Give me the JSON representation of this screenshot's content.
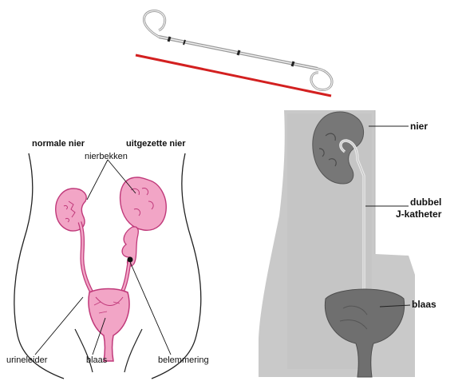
{
  "left_figure": {
    "heading_normal": "normale nier",
    "heading_dilated": "uitgezette nier",
    "label_pelvis": "nierbekken",
    "label_ureter": "urineleider",
    "label_bladder": "blaas",
    "label_obstruction": "belemmering"
  },
  "right_figure": {
    "label_kidney": "nier",
    "label_catheter_line1": "dubbel",
    "label_catheter_line2": "J-katheter",
    "label_bladder": "blaas"
  },
  "colors": {
    "organ_pink": "#f2a5c6",
    "organ_outline": "#c0397a",
    "stent_red": "#d32020",
    "xray_gray": "#c9c9c9"
  }
}
